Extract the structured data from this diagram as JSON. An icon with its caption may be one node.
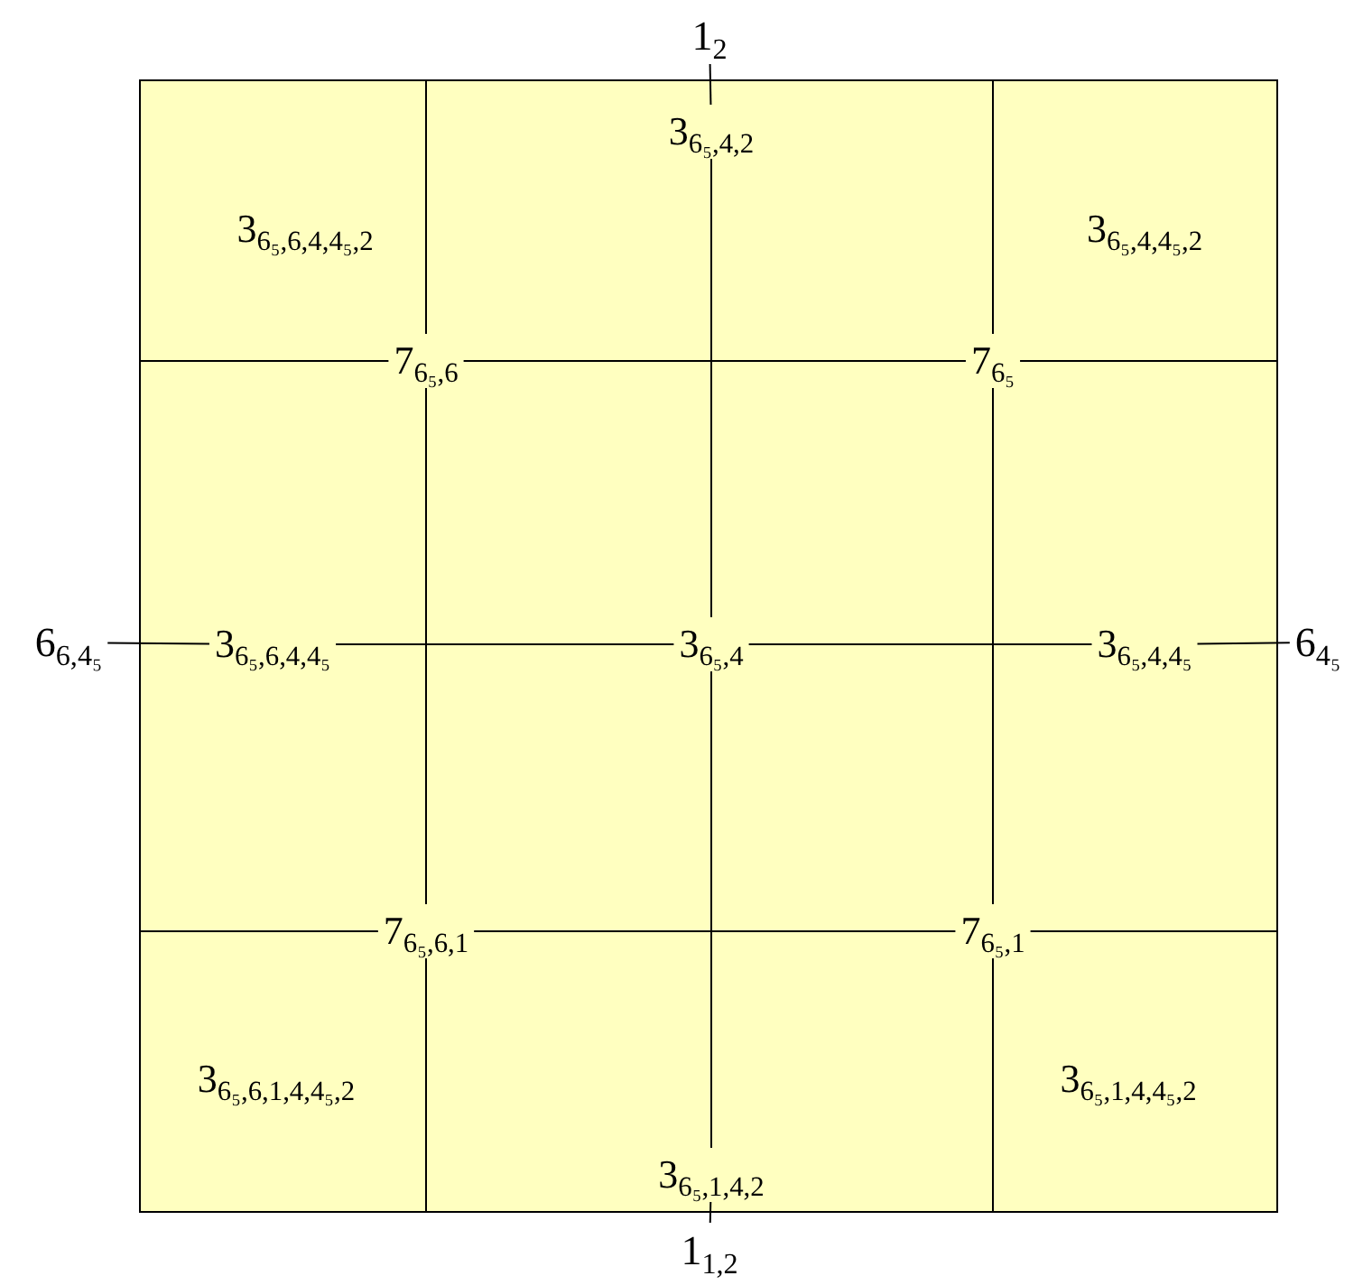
{
  "diagram": {
    "nodes": [
      {
        "text": [],
        "shape": "box"
      },
      {
        "text": [
          "1$_{2}$"
        ]
      },
      {
        "text": [
          "3$_{6₅,4,2}$"
        ],
        "in": 0
      },
      {
        "text": [
          "3$_{6₅,6,4,4₅,2}$"
        ],
        "in": 0
      },
      {
        "text": [
          "3$_{6₅,4,4₅,2}$"
        ],
        "in": 0
      },
      {
        "text": [
          "7$_{6₅,6}$"
        ],
        "in": 0
      },
      {
        "text": [
          "7$_{6₅}$"
        ],
        "in": 0
      },
      {
        "text": [
          "6$_{6,4₅}$"
        ]
      },
      {
        "text": [
          "3$_{6₅,6,4,4₅}$"
        ],
        "in": 0
      },
      {
        "text": [
          "3$_{6₅,4}$"
        ],
        "in": 0
      },
      {
        "text": [
          "3$_{6₅,4,4₅}$"
        ],
        "in": 0
      },
      {
        "text": [
          "6$_{4₅}$"
        ]
      },
      {
        "text": [
          "7$_{6₅,6,1}$"
        ],
        "in": 0
      },
      {
        "text": [
          "7$_{6₅,1}$"
        ],
        "in": 0
      },
      {
        "text": [
          "3$_{6₅,6,1,4,4₅,2}$"
        ],
        "in": 0
      },
      {
        "text": [
          "3$_{6₅,1,4,4₅,2}$"
        ],
        "in": 0
      },
      {
        "text": [
          "3$_{6₅,1,4,2}$"
        ],
        "in": 0
      },
      {
        "text": [
          "1$_{1,2}$"
        ]
      }
    ],
    "edges": [
      {
        "from": 1,
        "to": 2,
        "arrow": "none"
      },
      {
        "from": 2,
        "to": 9,
        "arrow": "none"
      },
      {
        "from": 9,
        "to": 16,
        "arrow": "none"
      },
      {
        "from": 16,
        "to": 17,
        "arrow": "none"
      },
      {
        "from": 7,
        "to": 8,
        "arrow": "none"
      },
      {
        "from": 8,
        "to": 9,
        "arrow": "none"
      },
      {
        "from": 9,
        "to": 10,
        "arrow": "none"
      },
      {
        "from": 10,
        "to": 11,
        "arrow": "none"
      },
      {
        "from": 5,
        "to": 6,
        "arrow": "none"
      },
      {
        "from": 12,
        "to": 13,
        "arrow": "none"
      },
      {
        "from": 5,
        "to": 12,
        "arrow": "none"
      },
      {
        "from": 6,
        "to": 13,
        "arrow": "none"
      },
      {
        "from": 0,
        "to": 5,
        "arrow": "none"
      },
      {
        "from": 0,
        "to": 5,
        "arrow": "none"
      },
      {
        "from": 0,
        "to": 6,
        "arrow": "none"
      },
      {
        "from": 0,
        "to": 6,
        "arrow": "none"
      },
      {
        "from": 0,
        "to": 12,
        "arrow": "none"
      },
      {
        "from": 0,
        "to": 12,
        "arrow": "none"
      },
      {
        "from": 0,
        "to": 13,
        "arrow": "none"
      },
      {
        "from": 0,
        "to": 13,
        "arrow": "none"
      }
    ]
  }
}
